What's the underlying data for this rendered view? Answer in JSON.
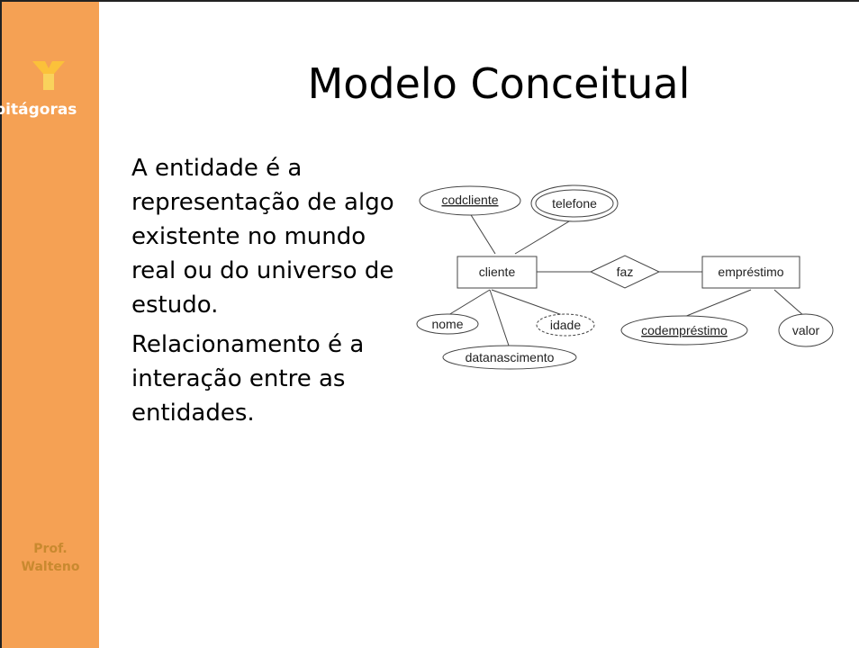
{
  "slide": {
    "title": "Modelo Conceitual",
    "brand": "pitágoras",
    "author_line1": "Prof.",
    "author_line2": "Walteno",
    "paragraphs": [
      "A entidade é a representação de algo existente no mundo real ou do universo de estudo.",
      "Relacionamento é a interação entre as entidades."
    ]
  },
  "er_diagram": {
    "entities": [
      "cliente",
      "empréstimo"
    ],
    "relationship": "faz",
    "attributes": {
      "codcliente": "codcliente",
      "telefone": "telefone",
      "nome": "nome",
      "idade": "idade",
      "datanascimento": "datanascimento",
      "codemprestimo": "codempréstimo",
      "valor": "valor"
    }
  },
  "colors": {
    "sidebar": "#f5a154",
    "logo": "#fbc13a",
    "author": "#c9892f"
  }
}
